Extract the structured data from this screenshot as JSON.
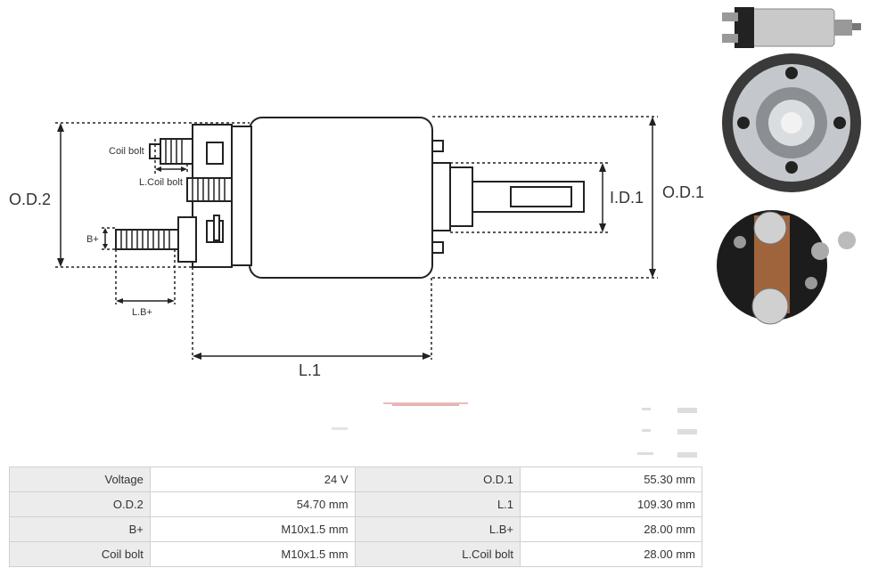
{
  "dimensions": {
    "od2": "O.D.2",
    "od1": "O.D.1",
    "id1": "I.D.1",
    "l1": "L.1",
    "coil_bolt": "Coil bolt",
    "l_coil_bolt": "L.Coil bolt",
    "b_plus": "B+",
    "l_b_plus": "L.B+"
  },
  "specs": [
    {
      "label": "Voltage",
      "value": "24 V",
      "label2": "O.D.1",
      "value2": "55.30 mm"
    },
    {
      "label": "O.D.2",
      "value": "54.70 mm",
      "label2": "L.1",
      "value2": "109.30 mm"
    },
    {
      "label": "B+",
      "value": "M10x1.5  mm",
      "label2": "L.B+",
      "value2": "28.00 mm"
    },
    {
      "label": "Coil bolt",
      "value": "M10x1.5  mm",
      "label2": "L.Coil bolt",
      "value2": "28.00 mm"
    }
  ]
}
